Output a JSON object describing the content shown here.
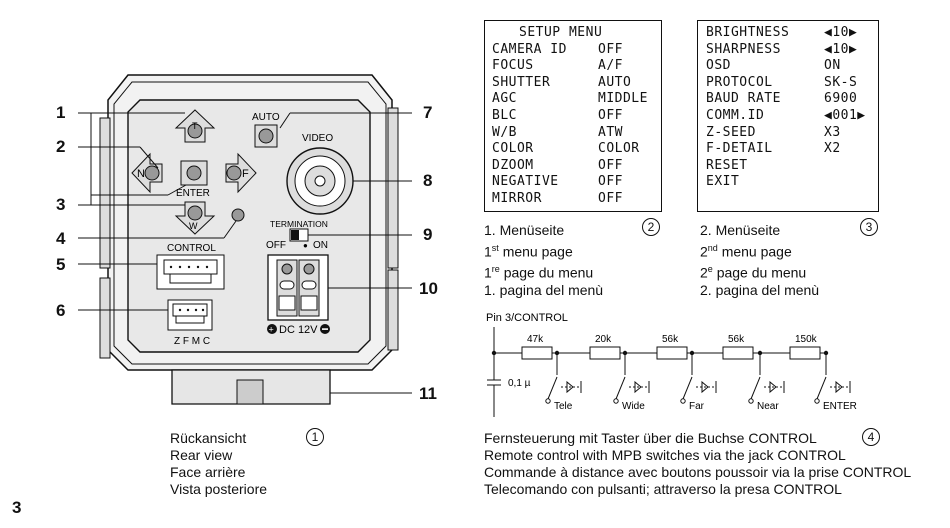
{
  "page_number": "3",
  "rear_view": {
    "callouts": [
      "1",
      "2",
      "3",
      "4",
      "5",
      "6",
      "7",
      "8",
      "9",
      "10",
      "11"
    ],
    "labels": {
      "auto": "AUTO",
      "video": "VIDEO",
      "enter": "ENTER",
      "control": "CONTROL",
      "termination": "TERMINATION",
      "off": "OFF",
      "on": "ON",
      "dc": "DC 12V",
      "zfmc": "Z F M C",
      "t": "T",
      "n": "N",
      "f": "F",
      "w": "W"
    },
    "figure_no": "1",
    "caption": [
      "Rückansicht",
      "Rear view",
      "Face arrière",
      "Vista posteriore"
    ]
  },
  "menu1": {
    "title": "SETUP MENU",
    "rows": [
      {
        "k": "CAMERA ID",
        "v": "OFF"
      },
      {
        "k": "FOCUS",
        "v": "A/F"
      },
      {
        "k": "SHUTTER",
        "v": "AUTO"
      },
      {
        "k": "AGC",
        "v": "MIDDLE"
      },
      {
        "k": "BLC",
        "v": "OFF"
      },
      {
        "k": "W/B",
        "v": "ATW"
      },
      {
        "k": "COLOR",
        "v": "COLOR"
      },
      {
        "k": "DZOOM",
        "v": "OFF"
      },
      {
        "k": "NEGATIVE",
        "v": "OFF"
      },
      {
        "k": "MIRROR",
        "v": "OFF"
      }
    ],
    "figure_no": "2",
    "caption": [
      "1. Menüseite",
      "1st menu page",
      "1re page du menu",
      "1. pagina del menù"
    ]
  },
  "menu2": {
    "rows": [
      {
        "k": "BRIGHTNESS",
        "v": "◀10▶"
      },
      {
        "k": "SHARPNESS",
        "v": "◀10▶"
      },
      {
        "k": "OSD",
        "v": "ON"
      },
      {
        "k": "PROTOCOL",
        "v": "SK-S"
      },
      {
        "k": "BAUD RATE",
        "v": "6900"
      },
      {
        "k": "COMM.ID",
        "v": "◀001▶"
      },
      {
        "k": "Z-SEED",
        "v": "X3"
      },
      {
        "k": "F-DETAIL",
        "v": "X2"
      },
      {
        "k": "RESET",
        "v": ""
      },
      {
        "k": "EXIT",
        "v": ""
      }
    ],
    "figure_no": "3",
    "caption": [
      "2. Menüseite",
      "2nd menu page",
      "2e page du menu",
      "2. pagina del menù"
    ]
  },
  "circuit": {
    "pin_label": "Pin 3/CONTROL",
    "resistors": [
      "47k",
      "20k",
      "56k",
      "56k",
      "150k"
    ],
    "capacitor": "0,1 µ",
    "switches": [
      "Tele",
      "Wide",
      "Far",
      "Near",
      "ENTER"
    ],
    "figure_no": "4",
    "caption": [
      "Fernsteuerung mit Taster über die Buchse CONTROL",
      "Remote control with MPB switches via the jack CONTROL",
      "Commande à distance avec boutons poussoir via la prise CONTROL",
      "Telecomando con pulsanti; attraverso la presa CONTROL"
    ]
  }
}
